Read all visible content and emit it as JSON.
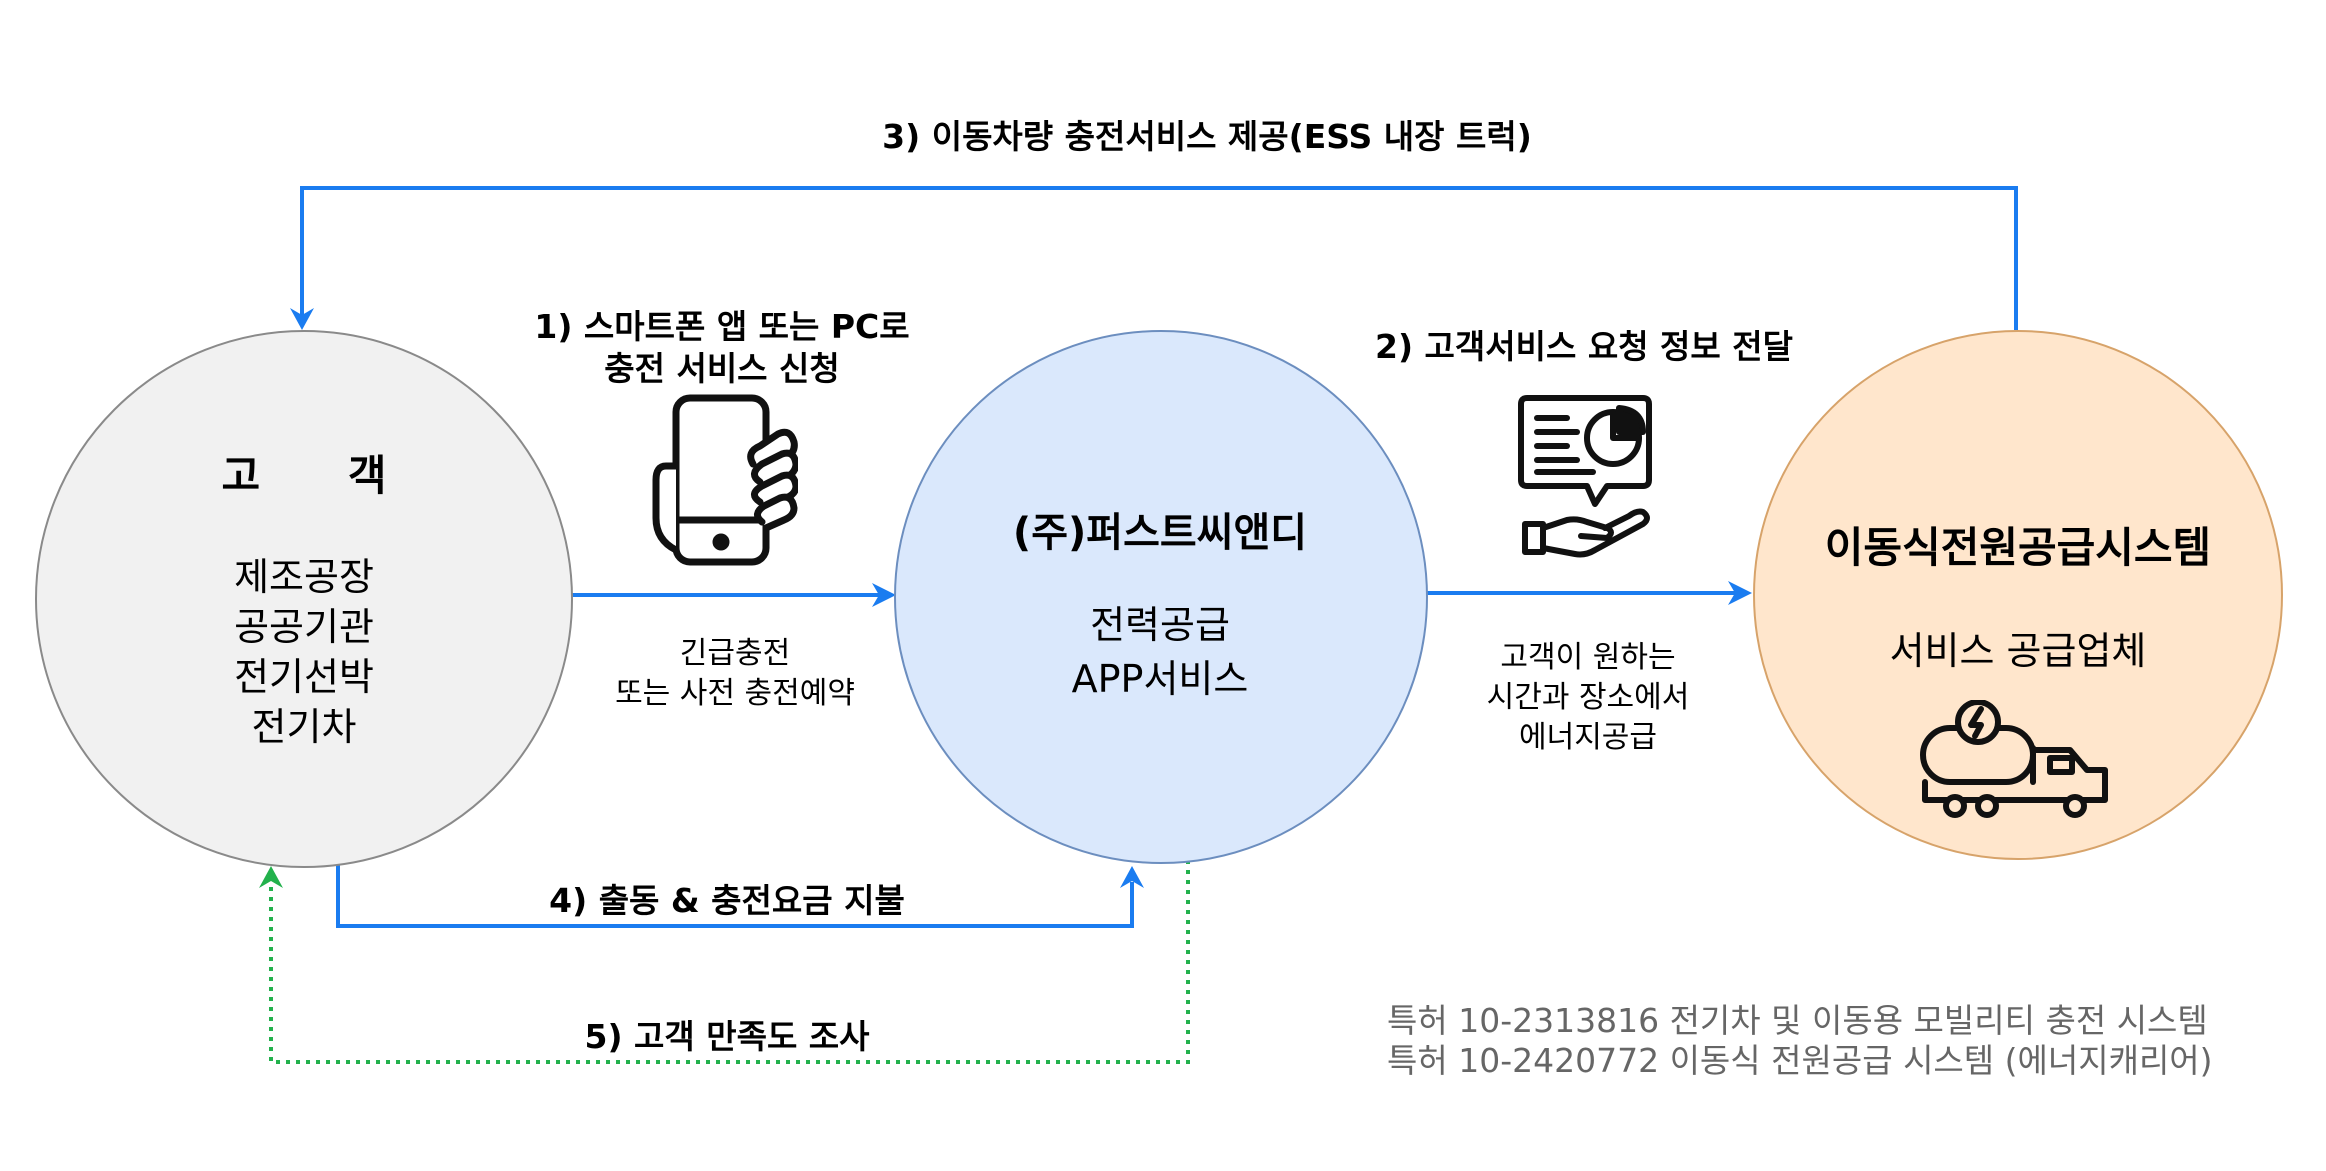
{
  "colors": {
    "arrow_blue": "#1a7cf0",
    "arrow_green": "#22b14c",
    "customer_fill": "#f1f1f1",
    "customer_stroke": "#8a8a8a",
    "firstcnd_fill": "#dae8fc",
    "firstcnd_stroke": "#6c8ebf",
    "supplier_fill": "#ffe6cc",
    "supplier_stroke": "#d7a36a",
    "patent_text": "#666666"
  },
  "nodes": {
    "customer": {
      "title": "고      객",
      "lines": [
        "제조공장",
        "공공기관",
        "전기선박",
        "전기차"
      ]
    },
    "firstcnd": {
      "title": "(주)퍼스트씨앤디",
      "lines": [
        "전력공급",
        "APP서비스"
      ]
    },
    "supplier": {
      "title": "이동식전원공급시스템",
      "subtitle": "서비스 공급업체",
      "icon": "tanker-truck-icon"
    }
  },
  "steps": {
    "step1_line1": "1) 스마트폰 앱 또는 PC로",
    "step1_line2": "충전 서비스 신청",
    "step1_icon": "smartphone-hand-icon",
    "step1_sub_line1": "긴급충전",
    "step1_sub_line2": "또는 사전 충전예약",
    "step2": "2) 고객서비스 요청 정보 전달",
    "step2_icon": "report-handover-icon",
    "step2_sub_line1": "고객이 원하는",
    "step2_sub_line2": "시간과 장소에서",
    "step2_sub_line3": "에너지공급",
    "step3": "3) 이동차량 충전서비스 제공(ESS 내장 트럭)",
    "step4": "4) 출동 & 충전요금 지불",
    "step5": "5) 고객 만족도 조사"
  },
  "patents": [
    "특허 10-2313816  전기차 및 이동용 모빌리티 충전 시스템",
    "특허 10-2420772  이동식 전원공급 시스템 (에너지캐리어)"
  ]
}
